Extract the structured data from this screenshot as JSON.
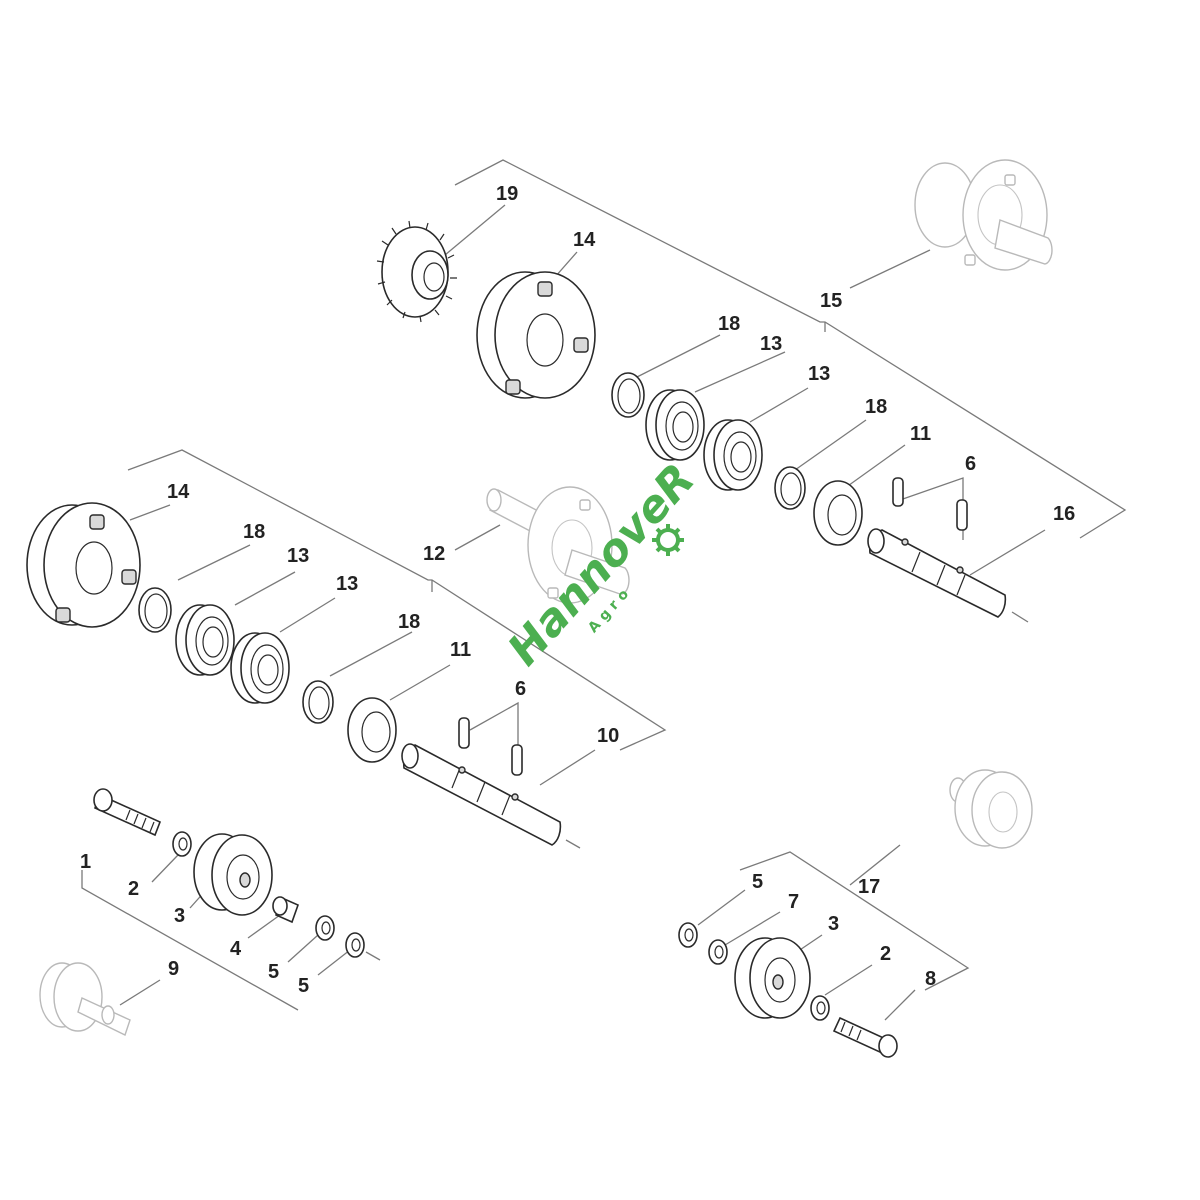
{
  "watermark": {
    "brand": "HannoveR",
    "sub": "Agro",
    "color": "#4caf50"
  },
  "callouts": {
    "c1": "1",
    "c2a": "2",
    "c3a": "3",
    "c4": "4",
    "c5a": "5",
    "c5b": "5",
    "c9": "9",
    "c10": "10",
    "c11a": "11",
    "c6a": "6",
    "c18a": "18",
    "c13a": "13",
    "c13b": "13",
    "c14a": "14",
    "c12": "12",
    "c18b": "18",
    "c19": "19",
    "c14b": "14",
    "c15": "15",
    "c18c": "18",
    "c13c": "13",
    "c13d": "13",
    "c18d": "18",
    "c11b": "11",
    "c6b": "6",
    "c16": "16",
    "c17": "17",
    "c5c": "5",
    "c7": "7",
    "c3b": "3",
    "c2b": "2",
    "c8": "8"
  }
}
